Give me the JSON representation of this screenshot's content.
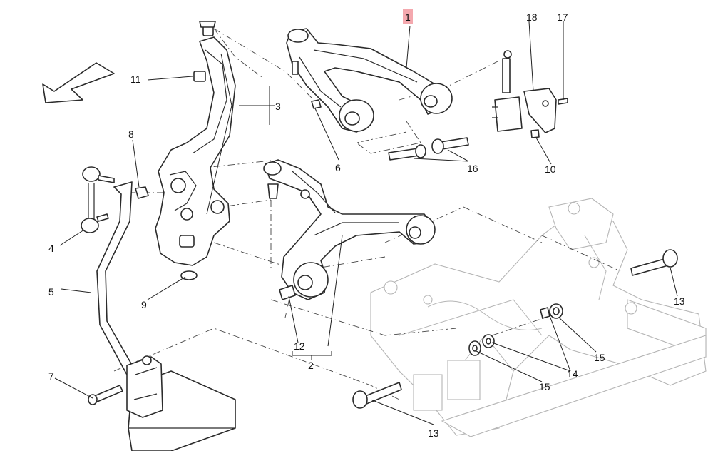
{
  "callouts": [
    {
      "id": "c1",
      "text": "1",
      "highlight": true
    },
    {
      "id": "c2",
      "text": "2"
    },
    {
      "id": "c3",
      "text": "3"
    },
    {
      "id": "c4",
      "text": "4"
    },
    {
      "id": "c5",
      "text": "5"
    },
    {
      "id": "c6",
      "text": "6"
    },
    {
      "id": "c7",
      "text": "7"
    },
    {
      "id": "c8",
      "text": "8"
    },
    {
      "id": "c9",
      "text": "9"
    },
    {
      "id": "c10",
      "text": "10"
    },
    {
      "id": "c11",
      "text": "11"
    },
    {
      "id": "c12",
      "text": "12"
    },
    {
      "id": "c13a",
      "text": "13"
    },
    {
      "id": "c13b",
      "text": "13"
    },
    {
      "id": "c14",
      "text": "14"
    },
    {
      "id": "c15a",
      "text": "15"
    },
    {
      "id": "c15b",
      "text": "15"
    },
    {
      "id": "c16",
      "text": "16"
    },
    {
      "id": "c17",
      "text": "17"
    },
    {
      "id": "c18",
      "text": "18"
    }
  ],
  "colors": {
    "highlight": "#f4a8ae",
    "ink": "#2b2b2b",
    "ghost": "#b5b5b5"
  },
  "icons": {
    "direction": "arrow-icon"
  }
}
